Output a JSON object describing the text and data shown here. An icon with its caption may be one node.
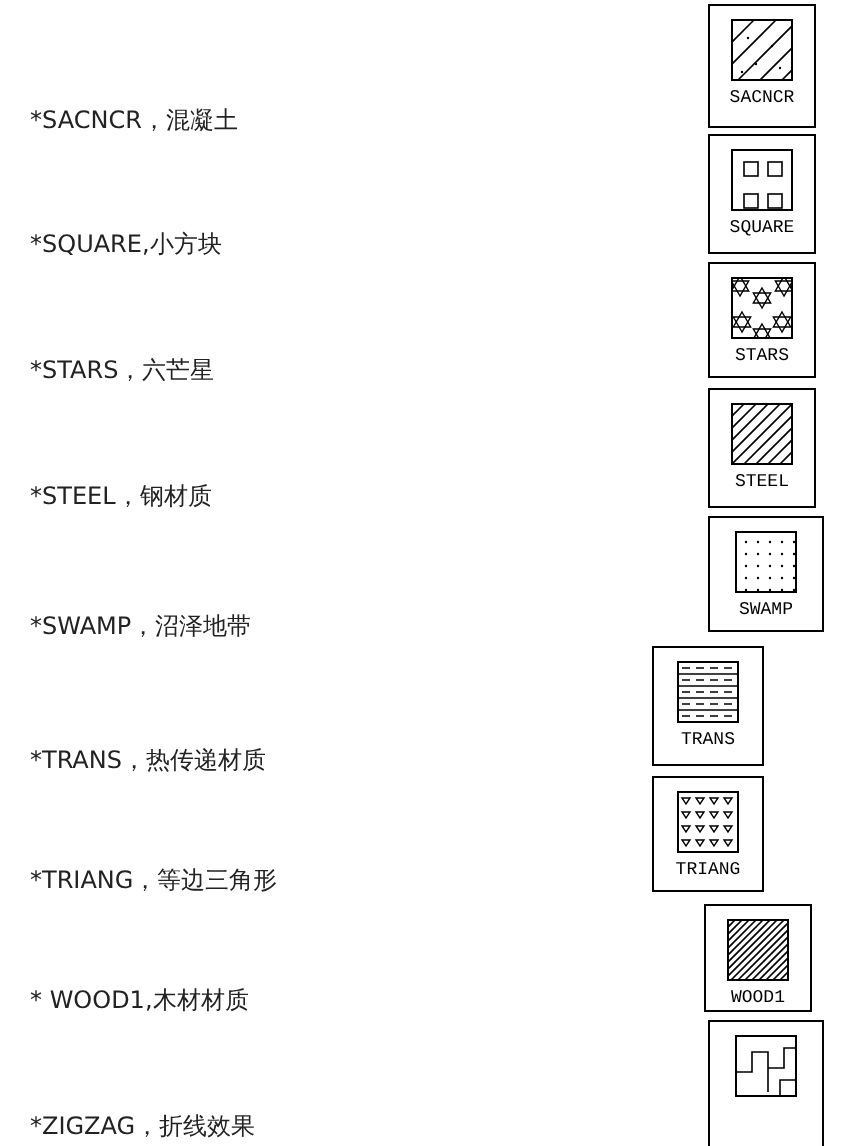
{
  "diagram": {
    "nodes": [
      {
        "text": [
          "SACNCR"
        ]
      },
      {
        "text": [
          "SQUARE"
        ]
      },
      {
        "text": [
          "STARS"
        ]
      },
      {
        "text": [
          "STEEL"
        ]
      },
      {
        "text": [
          "SWAMP"
        ]
      },
      {
        "text": [
          "TRANS"
        ]
      },
      {
        "text": [
          "TRIANG"
        ]
      },
      {
        "text": [
          "WOOD1"
        ]
      },
      {
        "text": [],
        "shape": "box"
      }
    ],
    "labels": [
      "*SACNCR，混凝土",
      "*SQUARE,小方块",
      "*STARS，六芒星",
      "*STEEL，钢材质",
      "*SWAMP，沼泽地带",
      "*TRANS，热传递材质",
      "*TRIANG，等边三角形",
      "* WOOD1,木材材质",
      "*ZIGZAG，折线效果"
    ]
  }
}
